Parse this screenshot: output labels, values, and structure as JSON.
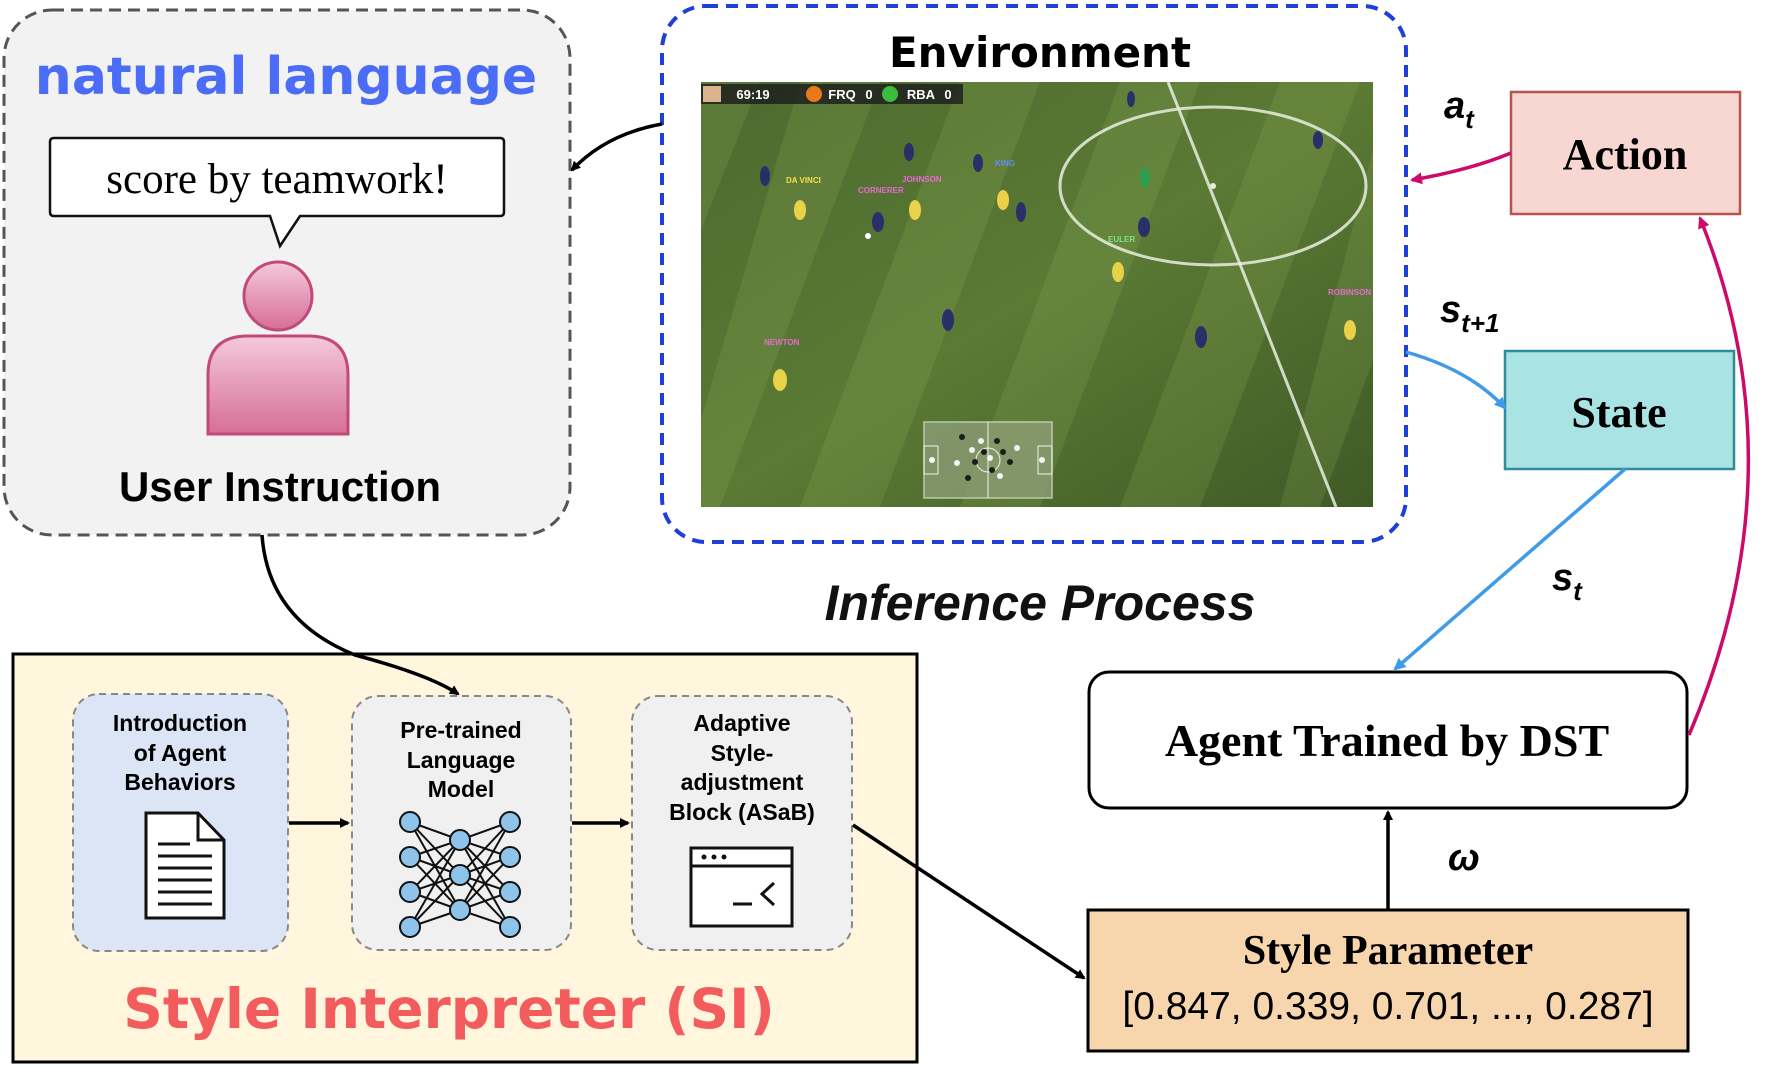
{
  "user_panel": {
    "heading": "natural language",
    "speech": "score by teamwork!",
    "label": "User Instruction"
  },
  "environment": {
    "title": "Environment",
    "hud": {
      "clock": "69:19",
      "team_left": "FRQ",
      "score_left": "0",
      "team_right": "RBA",
      "score_right": "0"
    },
    "player_tags": [
      "DA VINCI",
      "CORNERER",
      "JOHNSON",
      "KING",
      "EULER",
      "NEWTON",
      "ROBINSON"
    ]
  },
  "inference_label": "Inference Process",
  "rl_loop": {
    "action": "Action",
    "state": "State",
    "agent": "Agent Trained by DST",
    "a_t": "a",
    "a_t_sub": "t",
    "s_next": "s",
    "s_next_sub": "t+1",
    "s_t": "s",
    "s_t_sub": "t",
    "omega": "ω"
  },
  "style_param": {
    "title": "Style Parameter",
    "values": "[0.847, 0.339, 0.701, ..., 0.287]"
  },
  "style_interpreter": {
    "title": "Style Interpreter (SI)",
    "block1": [
      "Introduction",
      "of Agent",
      "Behaviors"
    ],
    "block2": [
      "Pre-trained",
      "Language",
      "Model"
    ],
    "block3": [
      "Adaptive",
      "Style-",
      "adjustment",
      "Block (ASaB)"
    ]
  },
  "colors": {
    "user_heading": "#4a6cf7",
    "si_title": "#f25c5c",
    "action_fill": "#f8d7d3",
    "action_stroke": "#b85450",
    "state_fill": "#a9e3e3",
    "state_stroke": "#2f8c9c",
    "param_fill": "#f8d6ad",
    "si_fill": "#fff6dd",
    "block1_fill": "#dbe5f5",
    "block_fill": "#f0f0f0",
    "env_border": "#1f3fd9",
    "arrow_magenta": "#cc0a6a",
    "arrow_blue": "#3d9be9",
    "user_icon": "#d76e96"
  }
}
